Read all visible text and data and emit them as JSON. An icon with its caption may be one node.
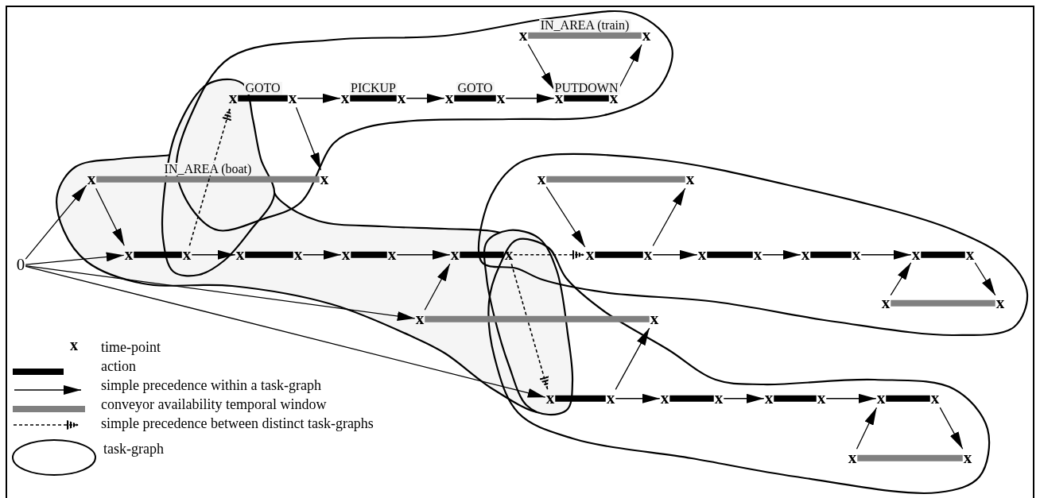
{
  "diagram": {
    "nodes": [
      {
        "text": [
          "x"
        ]
      },
      {
        "text": [
          "x"
        ]
      },
      {
        "text": [
          "x"
        ]
      },
      {
        "text": [
          "x"
        ]
      },
      {
        "text": [
          "x"
        ]
      },
      {
        "text": [
          "x"
        ]
      },
      {
        "text": [
          "x"
        ]
      },
      {
        "text": [
          "x"
        ]
      },
      {
        "text": [
          "x"
        ]
      },
      {
        "text": [
          "x"
        ]
      },
      {
        "text": [
          "x"
        ]
      },
      {
        "text": [
          "x"
        ]
      },
      {
        "text": [
          "x"
        ]
      },
      {
        "text": [
          "x"
        ]
      },
      {
        "text": [
          "x"
        ]
      },
      {
        "text": [
          "x"
        ]
      },
      {
        "text": [
          "x"
        ]
      },
      {
        "text": [
          "x"
        ]
      },
      {
        "text": [
          "x"
        ]
      },
      {
        "text": [
          "x"
        ]
      },
      {
        "text": [
          "x"
        ]
      },
      {
        "text": [
          "x"
        ]
      },
      {
        "text": [
          "x"
        ]
      },
      {
        "text": [
          "x"
        ]
      },
      {
        "text": [
          "x"
        ]
      },
      {
        "text": [
          "x"
        ]
      },
      {
        "text": [
          "x"
        ]
      },
      {
        "text": [
          "x"
        ]
      },
      {
        "text": [
          "x"
        ]
      },
      {
        "text": [
          "x"
        ]
      },
      {
        "text": [
          "0"
        ]
      },
      {
        "text": [
          "x"
        ]
      },
      {
        "text": [
          "x"
        ]
      },
      {
        "text": [
          "x"
        ]
      },
      {
        "text": [
          "x"
        ]
      },
      {
        "text": [
          "x"
        ]
      },
      {
        "text": [
          "x"
        ]
      },
      {
        "text": [
          "x"
        ]
      },
      {
        "text": [
          "x"
        ]
      },
      {
        "text": [
          "x"
        ]
      },
      {
        "text": [
          "x"
        ]
      },
      {
        "text": [
          "x"
        ]
      },
      {
        "text": [
          "x"
        ]
      },
      {
        "text": [
          "x"
        ]
      },
      {
        "text": [
          "x"
        ]
      }
    ],
    "edges": [
      {
        "from": 0,
        "to": 1,
        "arrow": "none",
        "style": "thick",
        "color": "#808080",
        "label": "IN_AREA (train)"
      },
      {
        "from": 2,
        "to": 3,
        "arrow": "none",
        "style": "thick",
        "label": "GOTO"
      },
      {
        "from": 4,
        "to": 5,
        "arrow": "none",
        "style": "thick",
        "label": "PICKUP"
      },
      {
        "from": 6,
        "to": 7,
        "arrow": "none",
        "style": "thick",
        "label": "GOTO"
      },
      {
        "from": 8,
        "to": 9,
        "arrow": "none",
        "style": "thick",
        "label": "PUTDOWN"
      },
      {
        "from": 3,
        "to": 4,
        "arrow": "to"
      },
      {
        "from": 5,
        "to": 6,
        "arrow": "to"
      },
      {
        "from": 7,
        "to": 8,
        "arrow": "to"
      },
      {
        "from": 0,
        "to": 8,
        "arrow": "to"
      },
      {
        "from": 9,
        "to": 1,
        "arrow": "to"
      },
      {
        "from": 3,
        "to": 11,
        "arrow": "to"
      },
      {
        "from": 10,
        "to": 11,
        "arrow": "none",
        "style": "thick",
        "color": "#808080",
        "label": "IN_AREA (boat)"
      },
      {
        "from": 12,
        "to": 13,
        "arrow": "none",
        "style": "thick",
        "color": "#808080"
      },
      {
        "from": 30,
        "to": 10,
        "arrow": "to"
      },
      {
        "from": 30,
        "to": 14,
        "arrow": "to"
      },
      {
        "from": 30,
        "to": 33,
        "arrow": "to"
      },
      {
        "from": 30,
        "to": 35,
        "arrow": "to"
      },
      {
        "from": 10,
        "to": 14,
        "arrow": "to"
      },
      {
        "from": 14,
        "to": 15,
        "arrow": "none",
        "style": "thick"
      },
      {
        "from": 15,
        "to": 2,
        "arrow": "to",
        "style": "dashed"
      },
      {
        "from": 15,
        "to": 16,
        "arrow": "to"
      },
      {
        "from": 16,
        "to": 17,
        "arrow": "none",
        "style": "thick"
      },
      {
        "from": 17,
        "to": 18,
        "arrow": "to"
      },
      {
        "from": 18,
        "to": 19,
        "arrow": "none",
        "style": "thick"
      },
      {
        "from": 19,
        "to": 20,
        "arrow": "to"
      },
      {
        "from": 20,
        "to": 21,
        "arrow": "none",
        "style": "thick"
      },
      {
        "from": 33,
        "to": 20,
        "arrow": "to"
      },
      {
        "from": 21,
        "to": 22,
        "arrow": "to",
        "style": "dashed"
      },
      {
        "from": 21,
        "to": 35,
        "arrow": "to",
        "style": "dashed"
      },
      {
        "from": 12,
        "to": 22,
        "arrow": "to"
      },
      {
        "from": 22,
        "to": 23,
        "arrow": "none",
        "style": "thick"
      },
      {
        "from": 23,
        "to": 13,
        "arrow": "to"
      },
      {
        "from": 23,
        "to": 24,
        "arrow": "to"
      },
      {
        "from": 24,
        "to": 25,
        "arrow": "none",
        "style": "thick"
      },
      {
        "from": 25,
        "to": 26,
        "arrow": "to"
      },
      {
        "from": 26,
        "to": 27,
        "arrow": "none",
        "style": "thick"
      },
      {
        "from": 27,
        "to": 28,
        "arrow": "to"
      },
      {
        "from": 28,
        "to": 29,
        "arrow": "none",
        "style": "thick"
      },
      {
        "from": 31,
        "to": 28,
        "arrow": "to"
      },
      {
        "from": 29,
        "to": 32,
        "arrow": "to"
      },
      {
        "from": 31,
        "to": 32,
        "arrow": "none",
        "style": "thick",
        "color": "#808080"
      },
      {
        "from": 33,
        "to": 34,
        "arrow": "none",
        "style": "thick",
        "color": "#808080"
      },
      {
        "from": 35,
        "to": 36,
        "arrow": "none",
        "style": "thick"
      },
      {
        "from": 36,
        "to": 34,
        "arrow": "to"
      },
      {
        "from": 36,
        "to": 37,
        "arrow": "to"
      },
      {
        "from": 37,
        "to": 38,
        "arrow": "none",
        "style": "thick"
      },
      {
        "from": 38,
        "to": 39,
        "arrow": "to"
      },
      {
        "from": 39,
        "to": 40,
        "arrow": "none",
        "style": "thick"
      },
      {
        "from": 40,
        "to": 41,
        "arrow": "to"
      },
      {
        "from": 41,
        "to": 42,
        "arrow": "none",
        "style": "thick"
      },
      {
        "from": 43,
        "to": 41,
        "arrow": "to"
      },
      {
        "from": 42,
        "to": 44,
        "arrow": "to"
      },
      {
        "from": 43,
        "to": 44,
        "arrow": "none",
        "style": "thick",
        "color": "#808080"
      }
    ],
    "labels": [
      "x"
    ],
    "legend": [
      {
        "text": "time-point"
      },
      {
        "text": "action"
      },
      {
        "text": "simple precedence within a task-graph"
      },
      {
        "text": "conveyor availability temporal window"
      },
      {
        "text": "simple precedence between distinct task-graphs"
      },
      {
        "text": "task-graph"
      }
    ]
  }
}
